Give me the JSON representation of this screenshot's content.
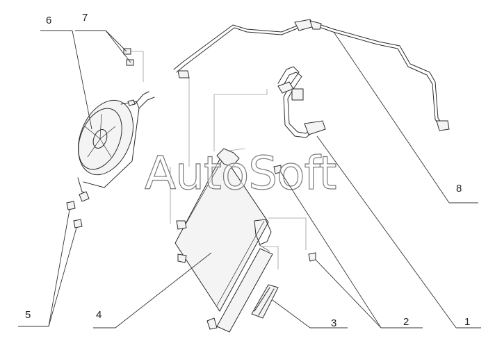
{
  "watermark": "AutoSoft",
  "callouts": [
    {
      "id": "1",
      "label": "1"
    },
    {
      "id": "2",
      "label": "2"
    },
    {
      "id": "3",
      "label": "3"
    },
    {
      "id": "4",
      "label": "4"
    },
    {
      "id": "5",
      "label": "5"
    },
    {
      "id": "6",
      "label": "6"
    },
    {
      "id": "7",
      "label": "7"
    },
    {
      "id": "8",
      "label": "8"
    }
  ],
  "colors": {
    "line": "#2b2b2b",
    "guide": "#9a9a9a",
    "background": "#ffffff"
  }
}
